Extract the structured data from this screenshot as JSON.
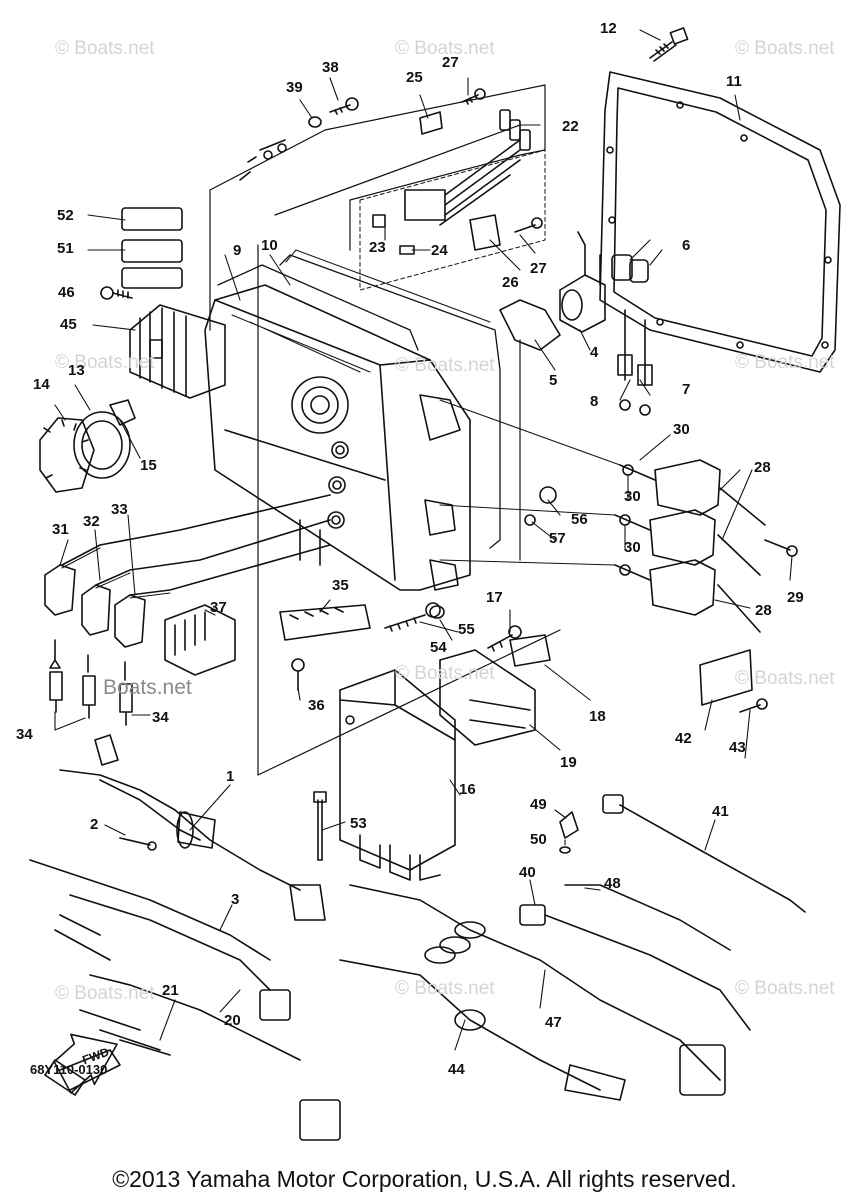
{
  "diagram": {
    "code": "68Y110-0130",
    "fwd_label": "FWD",
    "copyright": "©2013 Yamaha Motor Corporation, U.S.A. All rights reserved.",
    "watermark": "© Boats.net",
    "watermark_inline": "Boats.net",
    "callouts": [
      "1",
      "2",
      "3",
      "4",
      "5",
      "6",
      "7",
      "8",
      "9",
      "10",
      "11",
      "12",
      "13",
      "14",
      "15",
      "16",
      "17",
      "18",
      "19",
      "20",
      "21",
      "22",
      "23",
      "24",
      "25",
      "26",
      "27",
      "27",
      "28",
      "28",
      "29",
      "30",
      "30",
      "30",
      "31",
      "32",
      "33",
      "34",
      "34",
      "35",
      "36",
      "37",
      "38",
      "39",
      "40",
      "41",
      "42",
      "43",
      "44",
      "45",
      "46",
      "47",
      "48",
      "49",
      "50",
      "51",
      "52",
      "53",
      "54",
      "55",
      "56",
      "57"
    ]
  }
}
